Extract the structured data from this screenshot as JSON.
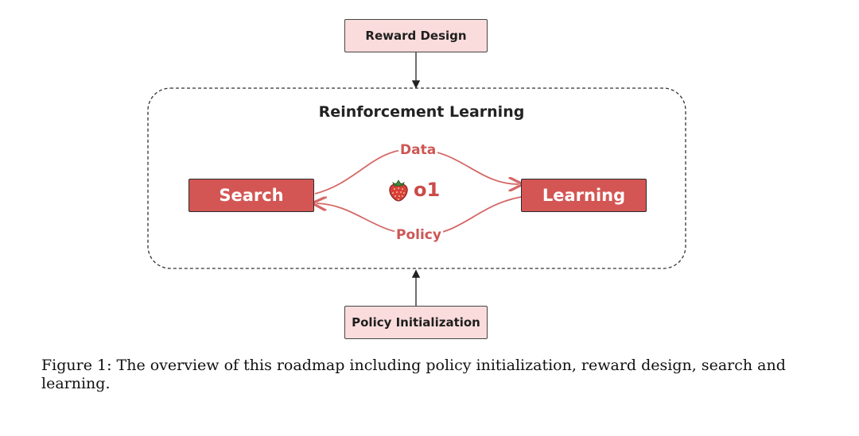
{
  "diagram": {
    "reward_label": "Reward Design",
    "rl_title": "Reinforcement Learning",
    "search_label": "Search",
    "learning_label": "Learning",
    "data_label": "Data",
    "policy_label": "Policy",
    "center_label": "o1",
    "center_icon": "strawberry-icon",
    "init_label": "Policy Initialization",
    "colors": {
      "dark_box": "#d35654",
      "light_box": "#fbdcdc",
      "edge": "#d46866",
      "text_accent": "#cc5755"
    }
  },
  "caption": {
    "text": "Figure 1: The overview of this roadmap including policy initialization, reward design, search and learning."
  }
}
